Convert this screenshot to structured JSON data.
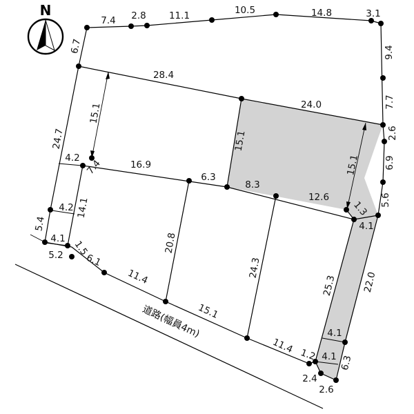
{
  "north": {
    "letter": "N"
  },
  "road_label": "道路(幅員4m)",
  "colors": {
    "highlight": "#d3d3d3",
    "line": "#000000",
    "background": "#ffffff"
  },
  "dimensions": {
    "top_74": "7.4",
    "top_28": "2.8",
    "top_111": "11.1",
    "top_105": "10.5",
    "top_148": "14.8",
    "top_31": "3.1",
    "right_94": "9.4",
    "right_77": "7.7",
    "right_26": "2.6",
    "right_69": "6.9",
    "right_56": "5.6",
    "right_41": "4.1",
    "right_220": "22.0",
    "right_63": "6.3",
    "left_67": "6.7",
    "left_247": "24.7",
    "left_54": "5.4",
    "left_52": "5.2",
    "mid_284": "28.4",
    "mid_240": "24.0",
    "mid_151a": "15.1",
    "mid_151b": "15.1",
    "mid_151c": "15.1",
    "mid_42a": "4.2",
    "mid_74": "7.4",
    "mid_169": "16.9",
    "mid_63": "6.3",
    "mid_83": "8.3",
    "mid_126": "12.6",
    "mid_13": "1.3",
    "mid_42b": "4.2",
    "mid_141": "14.1",
    "mid_41a": "4.1",
    "mid_15": "1.5",
    "mid_208": "20.8",
    "mid_243": "24.3",
    "mid_253": "25.3",
    "mid_41b": "4.1",
    "mid_41c": "4.1",
    "mid_12": "1.2",
    "road_61": "6.1",
    "road_114a": "11.4",
    "road_151": "15.1",
    "road_114b": "11.4",
    "road_24": "2.4",
    "road_26": "2.6"
  }
}
